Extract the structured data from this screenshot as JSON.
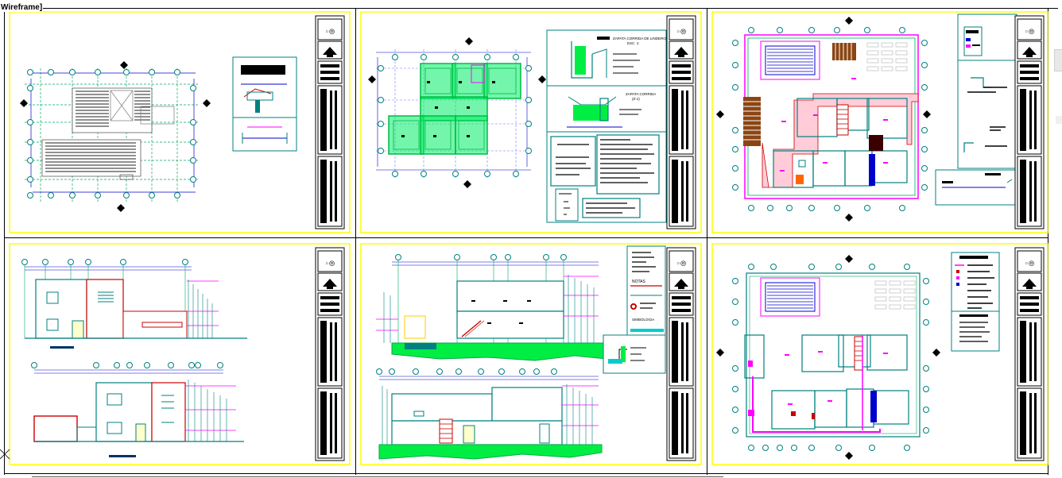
{
  "viewport": {
    "label": "Wireframe]"
  },
  "colors": {
    "sheet_border": "#ffff00",
    "wall": "#008080",
    "wall_alt": "#00b3a4",
    "dimension": "#0000cc",
    "grid": "#00aa66",
    "magenta": "#ff00ff",
    "red": "#cc0000",
    "green_fill": "#00ee44",
    "title_block": "#000000"
  },
  "sheets": [
    {
      "name": "roof-plan",
      "icon": "roof-framing-plan"
    },
    {
      "name": "foundation-plan",
      "icon": "foundation-plan"
    },
    {
      "name": "first-floor-plan",
      "icon": "floor-plan"
    },
    {
      "name": "elevations",
      "icon": "elevation-drawings"
    },
    {
      "name": "sections",
      "icon": "section-drawings"
    },
    {
      "name": "second-floor-plan",
      "icon": "floor-plan"
    }
  ],
  "foundation_detail": {
    "title_1": "ZAPATA CORRIDA DE LINDERO",
    "scale_1": "ESC. 1:",
    "title_2": "ZAPATA CORRIDA",
    "scale_2": "(Z-1)"
  },
  "section_notes": {
    "notes_label": "NOTAS",
    "symbols_label": "SIMBOLOGIA"
  }
}
